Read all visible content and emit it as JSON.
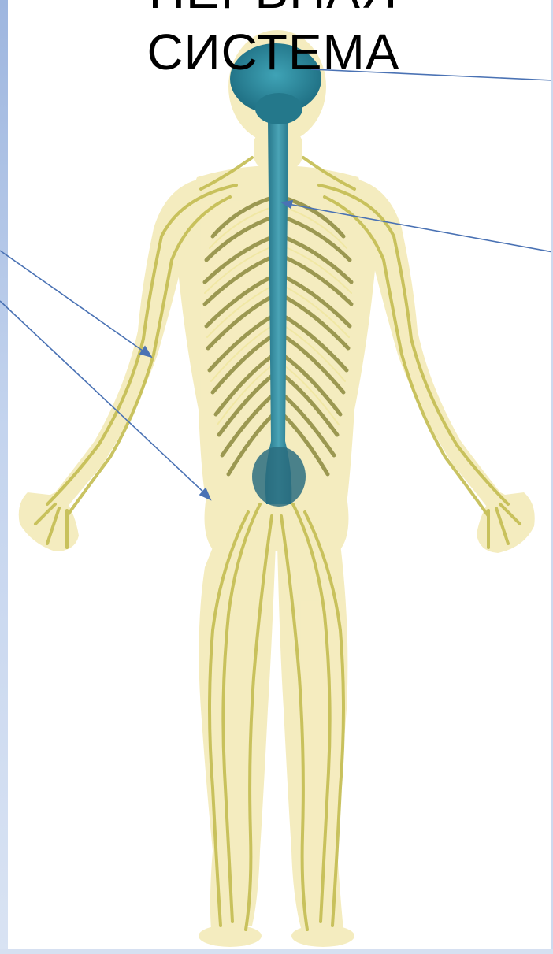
{
  "slide": {
    "title_lines": [
      "НЕРВНАЯ",
      "СИСТЕМА"
    ]
  },
  "colors": {
    "title_text": "#000000",
    "spinal_cord": "#2f7f93",
    "brain": "#2f8a9e",
    "nerves": "#c9c35c",
    "skin": "#f3e9b4",
    "pointer_lines": "#4a72b4",
    "left_strip": "#a9bfe3"
  },
  "diagram": {
    "subject": "human-nervous-system",
    "pointer_count": 4
  }
}
